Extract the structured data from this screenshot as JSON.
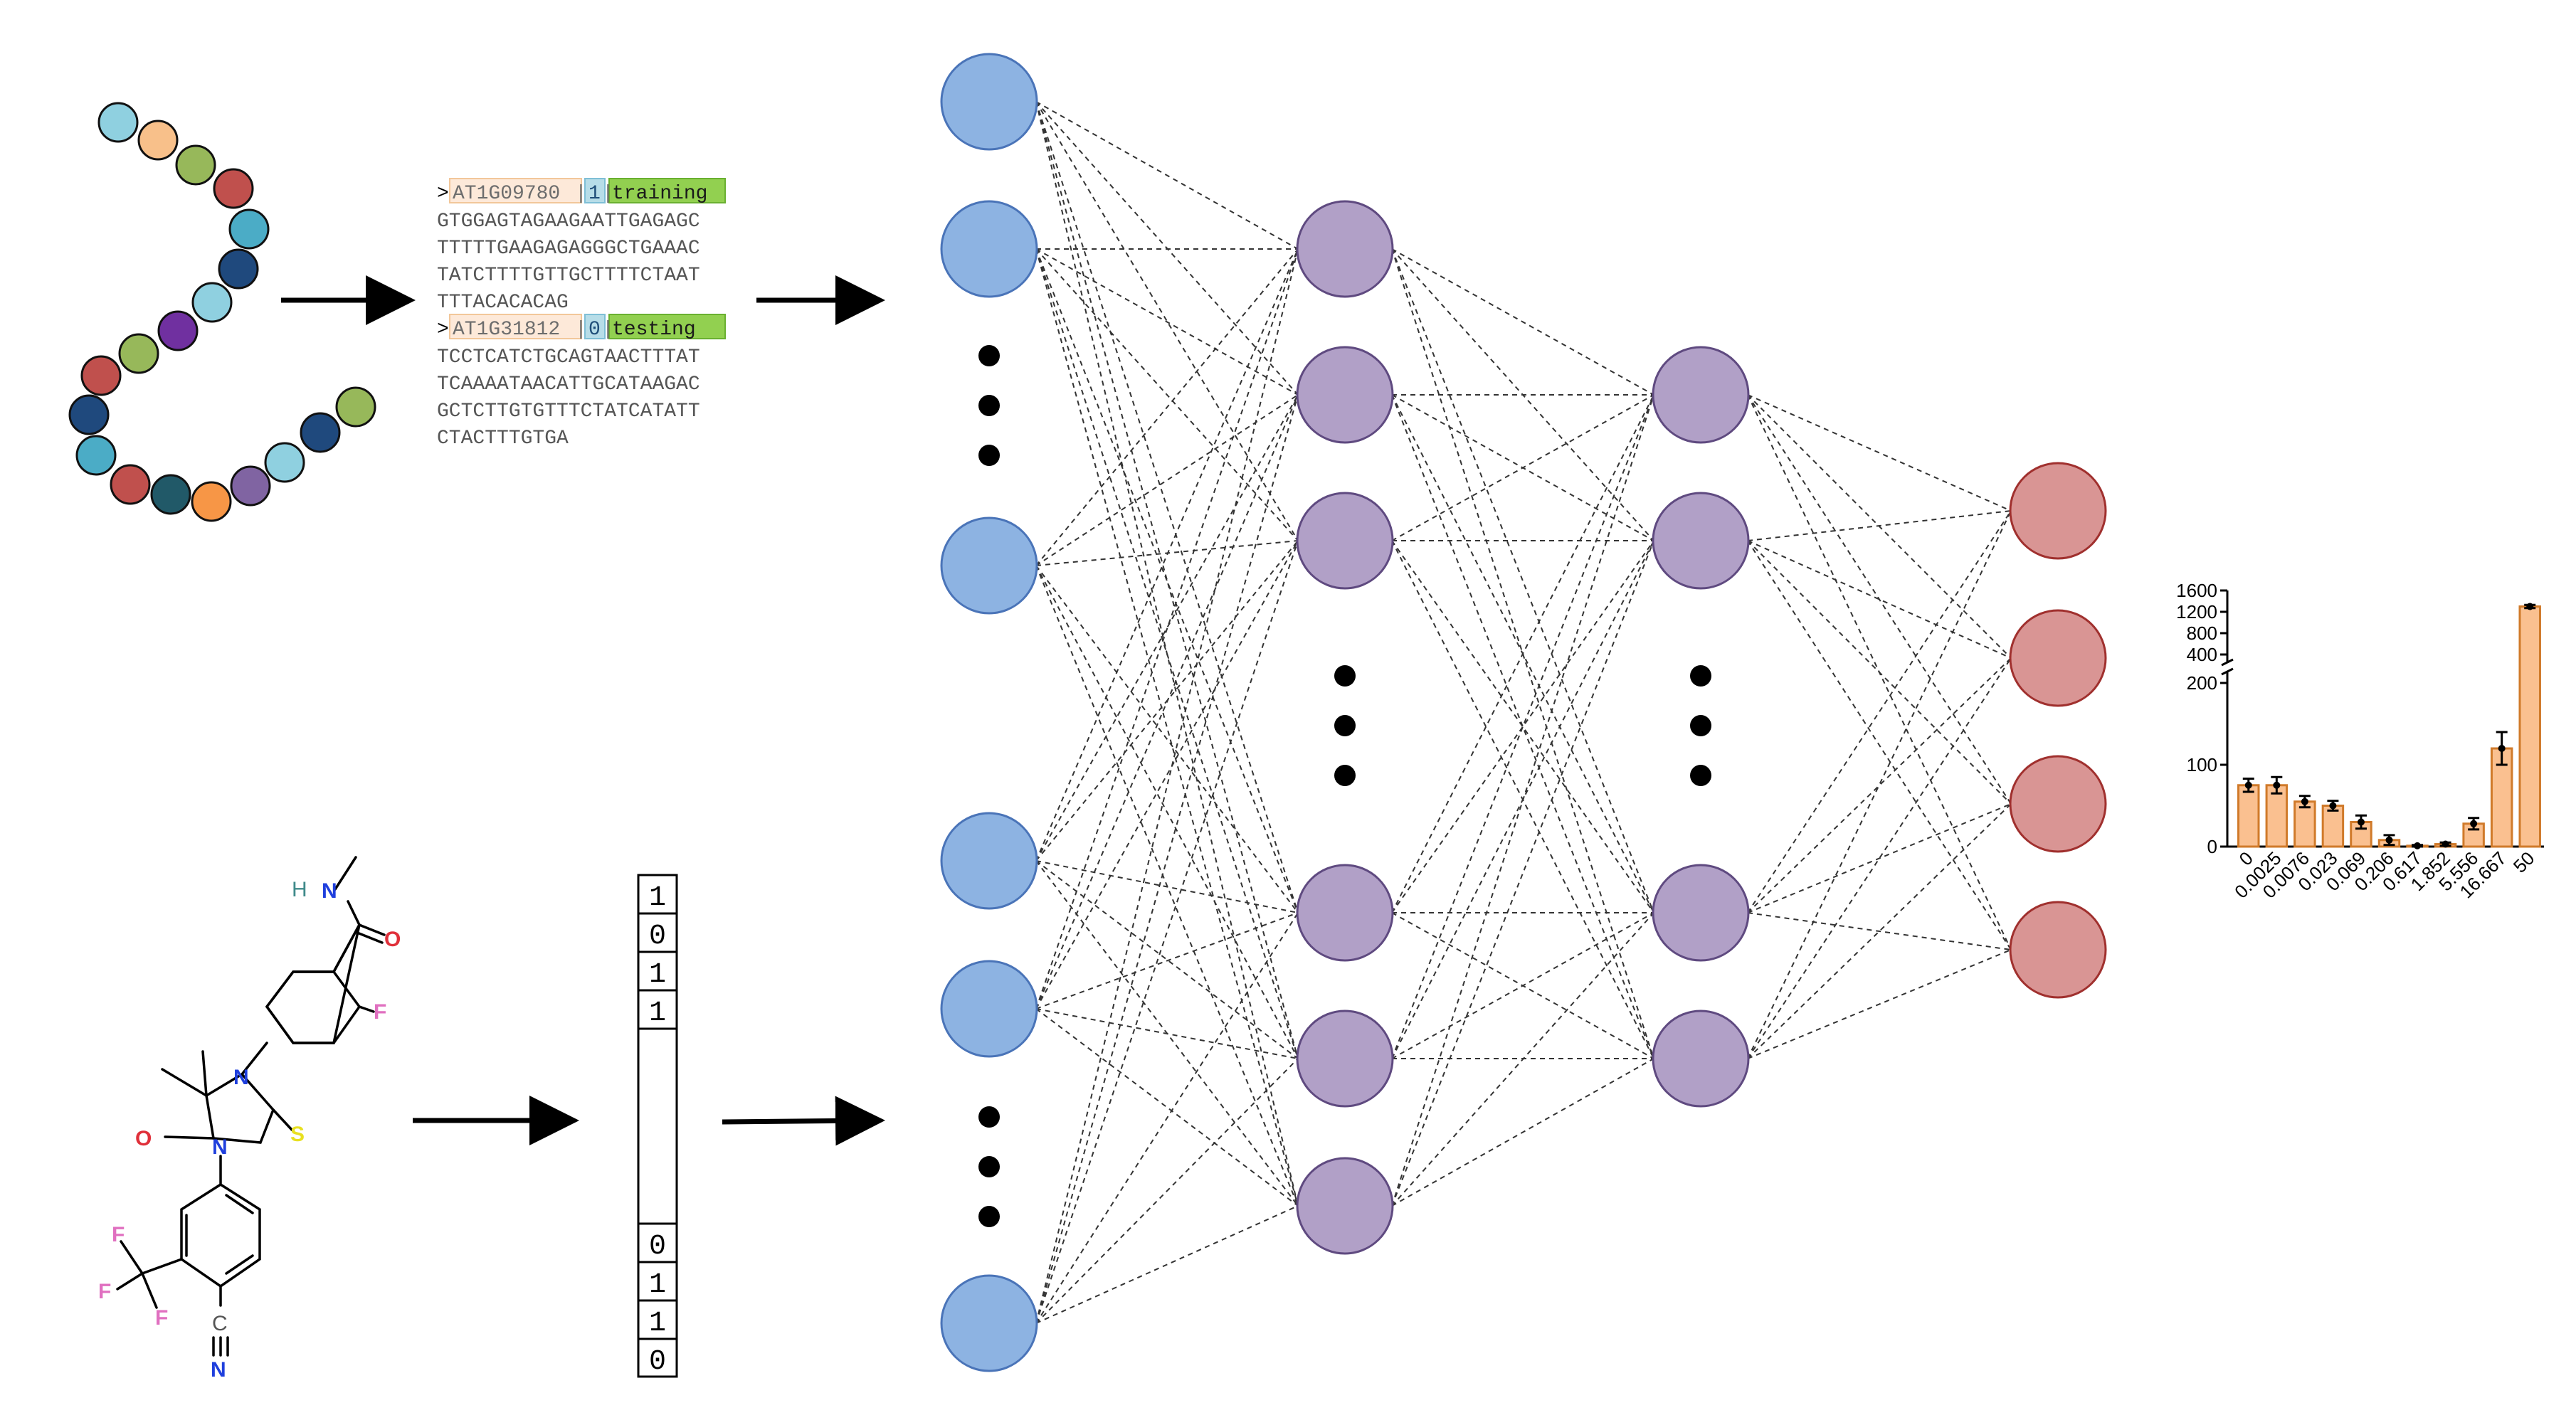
{
  "sequence_block": {
    "records": [
      {
        "gt": ">",
        "id": "AT1G09780",
        "label": "1",
        "split": "training",
        "lines": [
          "GTGGAGTAGAAGAATTGAGAGC",
          "TTTTTGAAGAGAGGGCTGAAAC",
          "TATCTTTTGTTGCTTTTCTAAT",
          "TTTACACACAG"
        ]
      },
      {
        "gt": ">",
        "id": "AT1G31812",
        "label": "0",
        "split": "testing",
        "lines": [
          "TCCTCATCTGCAGTAACTTTAT",
          "TCAAAATAACATTGCATAAGAC",
          "GCTCTTGTGTTTCTATCATATT",
          "CTACTTTGTGA"
        ]
      }
    ]
  },
  "bit_vector": {
    "top": [
      "1",
      "0",
      "1",
      "1"
    ],
    "bottom": [
      "0",
      "1",
      "1",
      "0"
    ]
  },
  "molecule": {
    "atoms": [
      "H",
      "N",
      "O",
      "F",
      "N",
      "N",
      "O",
      "S",
      "F",
      "F",
      "F",
      "C",
      "N"
    ]
  },
  "network": {
    "layers": [
      {
        "name": "input",
        "color": "#8db3e2",
        "stroke": "#4a74b8"
      },
      {
        "name": "hidden-1",
        "color": "#b1a0c7",
        "stroke": "#5f4a80"
      },
      {
        "name": "hidden-2",
        "color": "#b1a0c7",
        "stroke": "#5f4a80"
      },
      {
        "name": "output",
        "color": "#d99594",
        "stroke": "#a0302e"
      }
    ]
  },
  "bead_colors": [
    "#8fd0e0",
    "#f8c08a",
    "#97b85a",
    "#c0504d",
    "#4bacc6",
    "#1f497d",
    "#8fd0e0",
    "#7030a0",
    "#97b85a",
    "#c0504d",
    "#1f497d",
    "#4bacc6",
    "#c0504d",
    "#215968",
    "#f79646",
    "#8064a2",
    "#8fd0e0",
    "#1f497d",
    "#97b85a"
  ],
  "chart_data": {
    "type": "bar",
    "categories": [
      "0",
      "0.0025",
      "0.0076",
      "0.023",
      "0.069",
      "0.206",
      "0.617",
      "1.852",
      "5.556",
      "16.667",
      "50"
    ],
    "values": [
      75,
      75,
      55,
      50,
      30,
      8,
      1,
      3,
      28,
      120,
      1300
    ],
    "errors": [
      8,
      10,
      7,
      6,
      8,
      6,
      1,
      2,
      7,
      20,
      30
    ],
    "y_ticks_lower": [
      "0",
      "100",
      "200"
    ],
    "y_ticks_upper": [
      "400",
      "800",
      "1200",
      "1600"
    ],
    "axis_break": true,
    "bar_color": "#fac090",
    "bar_stroke": "#d07a2a"
  }
}
